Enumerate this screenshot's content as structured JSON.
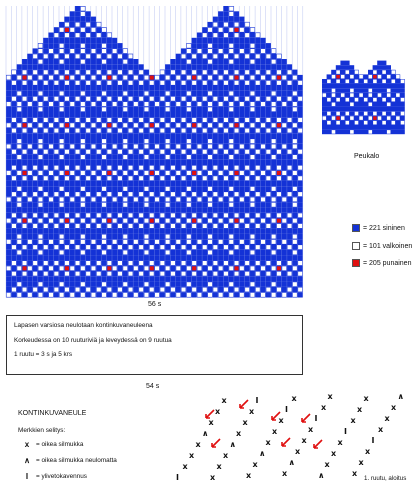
{
  "colors": {
    "blue": "#1432d6",
    "white": "#ffffff",
    "red": "#e01010",
    "grid": "#8fa0e8"
  },
  "mitten": {
    "width_label": "56 s"
  },
  "thumb": {
    "label": "Peukalo"
  },
  "legend": [
    {
      "color_key": "blue",
      "text": "= 221 sininen"
    },
    {
      "color_key": "white",
      "text": "= 101 valkoinen"
    },
    {
      "color_key": "red",
      "text": "= 205 punainen"
    }
  ],
  "cuff": {
    "lines": [
      "Lapasen varsiosa neulotaan kontinkuvaneuleena",
      "Korkeudessa on 10 ruuturiviä ja leveydessä on 9 ruutua",
      "1 ruutu = 3 s ja 5 krs"
    ],
    "width_label": "54 s"
  },
  "key": {
    "title": "KONTINKUVANEULE",
    "subtitle": "Merkkien selitys:",
    "items": [
      {
        "symbol": "x",
        "icon": "x-stitch-icon",
        "text": "= oikea silmukka"
      },
      {
        "symbol": "∧",
        "icon": "caret-stitch-icon",
        "text": "= oikea silmukka neulomatta"
      },
      {
        "symbol": "I",
        "icon": "bar-stitch-icon",
        "text": "= ylivetokavennus"
      }
    ]
  },
  "diagram": {
    "start_label": "1. ruutu, aloitus"
  }
}
